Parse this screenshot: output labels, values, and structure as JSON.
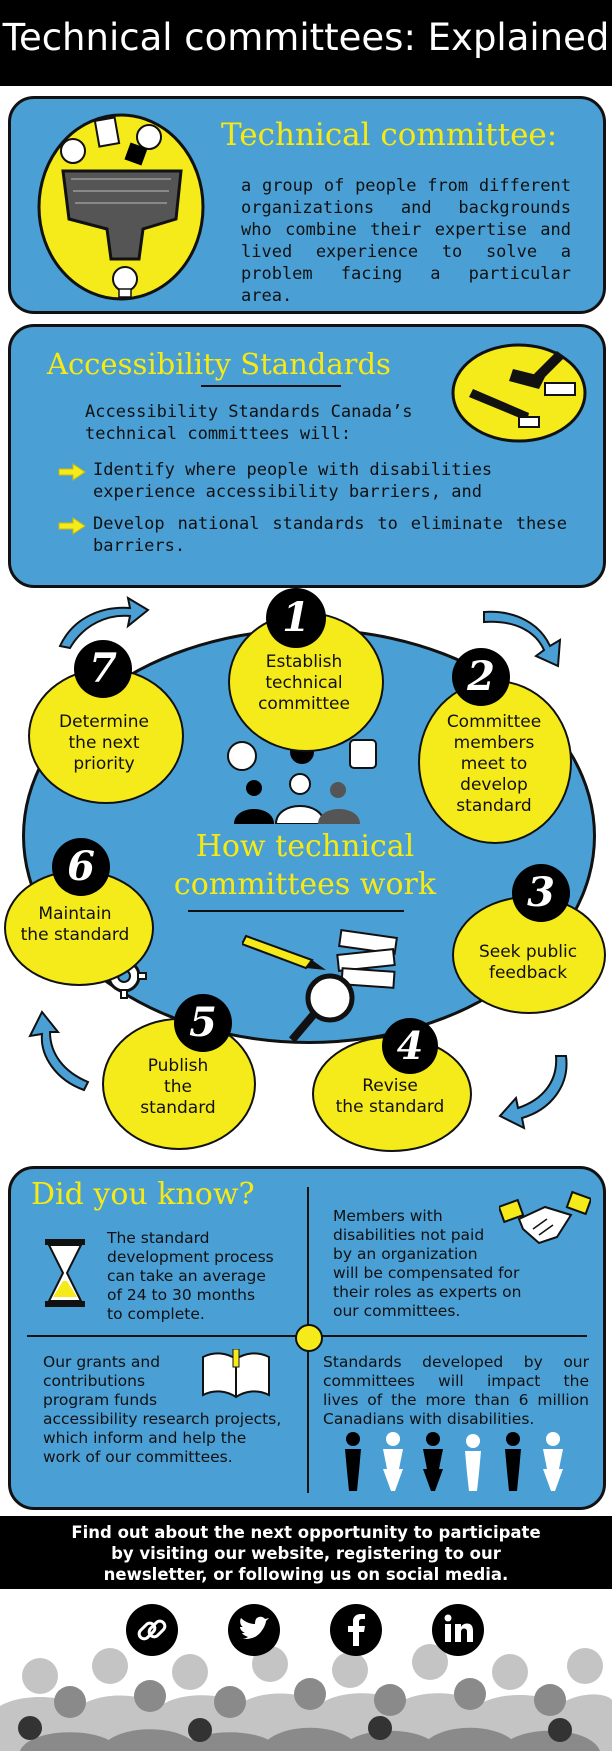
{
  "header": {
    "title": "Technical committees: Explained"
  },
  "definition": {
    "title": "Technical committee:",
    "text_lines": [
      "a group of people from different",
      "organizations and backgrounds",
      "who combine their expertise and",
      "lived experience to solve a",
      "problem facing a particular area."
    ],
    "icon": "funnel-lightbulb-icon"
  },
  "standards": {
    "title": "Accessibility Standards",
    "intro_lines": [
      "Accessibility Standards Canada’s",
      "technical committees will:"
    ],
    "bullets": [
      {
        "line1": "Identify where people with disabilities",
        "line2": "experience accessibility barriers, and"
      },
      {
        "line1": "Develop national standards to eliminate these",
        "line2": "barriers."
      }
    ],
    "icon": "ramp-wheelchair-icon",
    "bullet_icon": "arrow-right-icon"
  },
  "cycle": {
    "title_line1": "How technical",
    "title_line2": "committees work",
    "steps": [
      {
        "num": "1",
        "lines": [
          "Establish",
          "technical",
          "committee"
        ]
      },
      {
        "num": "2",
        "lines": [
          "Committee",
          "members",
          "meet to",
          "develop",
          "standard"
        ]
      },
      {
        "num": "3",
        "lines": [
          "Seek public",
          "feedback"
        ]
      },
      {
        "num": "4",
        "lines": [
          "Revise",
          "the standard"
        ]
      },
      {
        "num": "5",
        "lines": [
          "Publish",
          "the",
          "standard"
        ]
      },
      {
        "num": "6",
        "lines": [
          "Maintain",
          "the standard"
        ]
      },
      {
        "num": "7",
        "lines": [
          "Determine",
          "the next",
          "priority"
        ]
      }
    ]
  },
  "did_you_know": {
    "title": "Did you know?",
    "fact1": [
      "The standard",
      "development process",
      "can take an average",
      "of 24 to 30 months",
      "to complete."
    ],
    "fact2": [
      "Members with",
      "disabilities not paid",
      "by an organization",
      "will be compensated for",
      "their roles as experts on",
      "our committees."
    ],
    "fact3": [
      "Our grants and",
      "contributions",
      "program funds",
      "accessibility research projects,",
      "which inform and help the",
      "work of our committees."
    ],
    "fact4": [
      "Standards developed by our",
      "committees will impact the",
      "lives of the more than 6 million",
      "Canadians with disabilities."
    ]
  },
  "footer": {
    "lines": [
      "Find out about the next opportunity to participate",
      "by visiting our website, registering to our",
      "newsletter, or following us on social media."
    ],
    "social": [
      {
        "name": "link-icon",
        "glyph": "∞"
      },
      {
        "name": "twitter-icon",
        "glyph": "t"
      },
      {
        "name": "facebook-icon",
        "glyph": "f"
      },
      {
        "name": "linkedin-icon",
        "glyph": "in"
      }
    ]
  }
}
